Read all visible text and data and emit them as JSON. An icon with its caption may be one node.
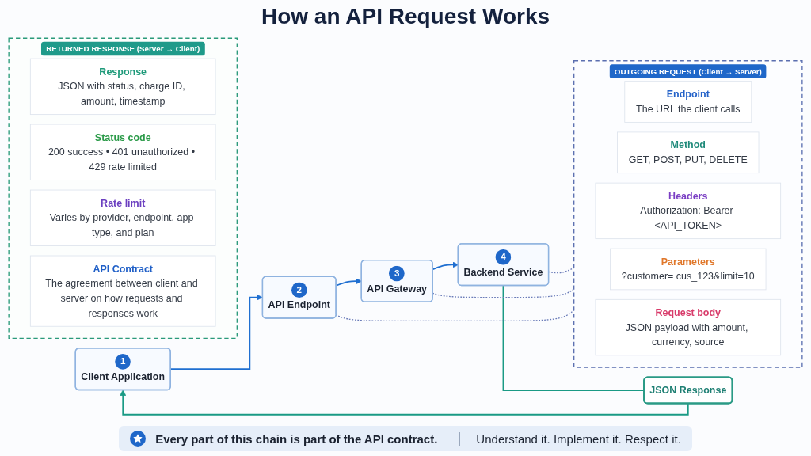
{
  "diagram": {
    "title": "How an API Request Works",
    "nodes": [
      {
        "text": [
          "1",
          "Client Application"
        ]
      },
      {
        "text": [
          "2",
          "API Endpoint"
        ]
      },
      {
        "text": [
          "3",
          "API Gateway"
        ]
      },
      {
        "text": [
          "4",
          "Backend Service"
        ]
      },
      {
        "text": [
          "OUTGOING REQUEST (Client → Server)"
        ]
      },
      {
        "text": [
          "Endpoint",
          "The URL the client calls"
        ],
        "in": 4
      },
      {
        "text": [
          "Method",
          "GET, POST, PUT, DELETE"
        ],
        "in": 4
      },
      {
        "text": [
          "Headers",
          "Authorization: Bearer <API_TOKEN>"
        ],
        "in": 4
      },
      {
        "text": [
          "Parameters",
          "?customer= cus_123&limit=10"
        ],
        "in": 4
      },
      {
        "text": [
          "Request body",
          "JSON payload with amount, currency, source"
        ],
        "in": 4
      },
      {
        "text": [
          "JSON Response"
        ]
      },
      {
        "text": [
          "RETURNED RESPONSE (Server → Client)"
        ]
      },
      {
        "text": [
          "Response",
          "JSON with status, charge ID, amount, timestamp"
        ],
        "in": 11
      },
      {
        "text": [
          "Status code",
          "200 success • 401 unauthorized • 429 rate limited"
        ],
        "in": 11
      },
      {
        "text": [
          "Rate limit",
          "Varies by provider, endpoint, app type, and plan"
        ],
        "in": 11
      },
      {
        "text": [
          "API Contract",
          "The agreement between client and server on how requests and responses work"
        ],
        "in": 11
      }
    ],
    "edges": [
      {
        "from": 0,
        "to": 1,
        "arrow": "to"
      },
      {
        "from": 1,
        "to": 2,
        "arrow": "to"
      },
      {
        "from": 2,
        "to": 3,
        "arrow": "to"
      },
      {
        "from": 1,
        "to": 4,
        "arrow": "none",
        "style": "dashed",
        "color": "#6a7bb8"
      },
      {
        "from": 2,
        "to": 4,
        "arrow": "none",
        "style": "dashed",
        "color": "#6a7bb8"
      },
      {
        "from": 3,
        "to": 4,
        "arrow": "none",
        "style": "dashed",
        "color": "#6a7bb8"
      },
      {
        "from": 3,
        "to": 10,
        "arrow": "none",
        "color": "#1a9a85"
      },
      {
        "from": 10,
        "to": 0,
        "arrow": "to",
        "color": "#1a9a85"
      }
    ],
    "labels": [
      "Every part of this chain is part of the API contract.",
      "Understand it. Implement it. Respect it."
    ]
  }
}
